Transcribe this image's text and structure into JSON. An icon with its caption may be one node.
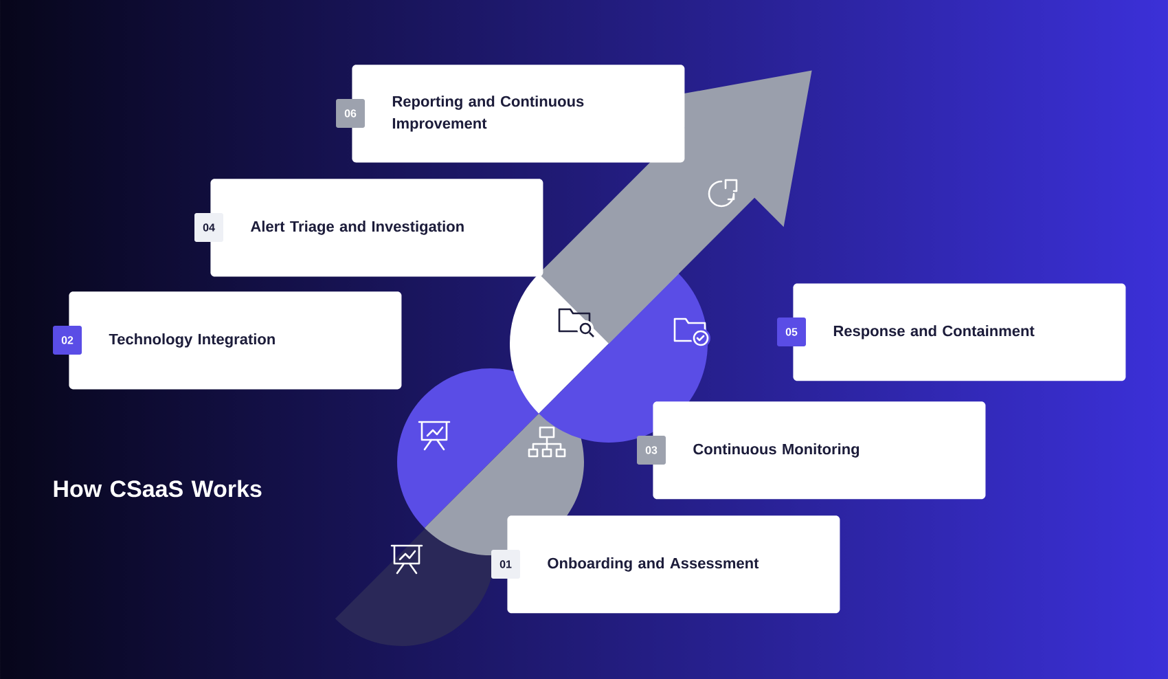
{
  "diagram": {
    "title": "How CSaaS Works",
    "nodes": [
      {
        "text": [
          "01",
          "Onboarding and Assessment"
        ]
      },
      {
        "text": [
          "02",
          "Technology Integration"
        ]
      },
      {
        "text": [
          "03",
          "Continuous Monitoring"
        ]
      },
      {
        "text": [
          "04",
          "Alert Triage and Investigation"
        ]
      },
      {
        "text": [
          "05",
          "Response and Containment"
        ]
      },
      {
        "text": [
          "06",
          "Reporting and Continuous Improvement"
        ]
      }
    ]
  }
}
